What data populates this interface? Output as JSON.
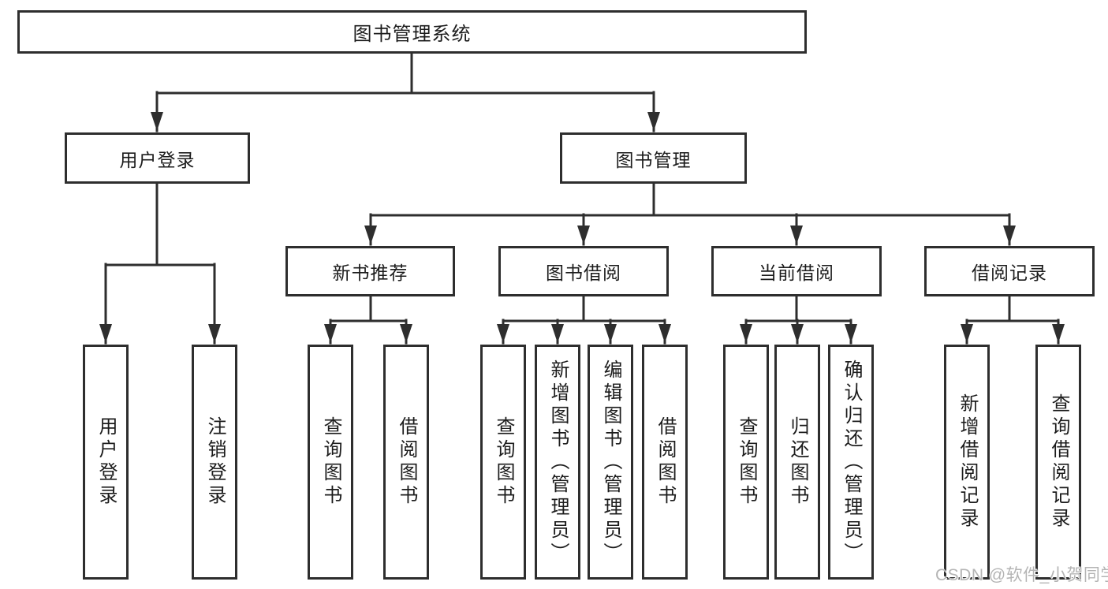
{
  "diagram": {
    "root": {
      "label": "图书管理系统"
    },
    "user_login": {
      "label": "用户登录",
      "children": {
        "login": {
          "label": "用户登录"
        },
        "logout": {
          "label": "注销登录"
        }
      }
    },
    "book_management": {
      "label": "图书管理",
      "children": {
        "new_book_recommend": {
          "label": "新书推荐",
          "children": {
            "query_books": {
              "label": "查询图书"
            },
            "borrow_books": {
              "label": "借阅图书"
            }
          }
        },
        "book_borrowing": {
          "label": "图书借阅",
          "children": {
            "query_books": {
              "label": "查询图书"
            },
            "add_books": {
              "label": "新增图书（管理员）"
            },
            "edit_books": {
              "label": "编辑图书（管理员）"
            },
            "borrow_books": {
              "label": "借阅图书"
            }
          }
        },
        "current_borrowing": {
          "label": "当前借阅",
          "children": {
            "query_books": {
              "label": "查询图书"
            },
            "return_books": {
              "label": "归还图书"
            },
            "confirm_return": {
              "label": "确认归还（管理员）"
            }
          }
        },
        "borrowing_records": {
          "label": "借阅记录",
          "children": {
            "add_record": {
              "label": "新增借阅记录"
            },
            "query_record": {
              "label": "查询借阅记录"
            }
          }
        }
      }
    }
  },
  "watermark": {
    "text": "CSDN @软件_小贺同学"
  },
  "colors": {
    "line": "#2e2e2e",
    "box_border": "#2e2e2e",
    "text": "#1c1c1c",
    "background": "#ffffff",
    "watermark_text": "#b4b4b4"
  }
}
